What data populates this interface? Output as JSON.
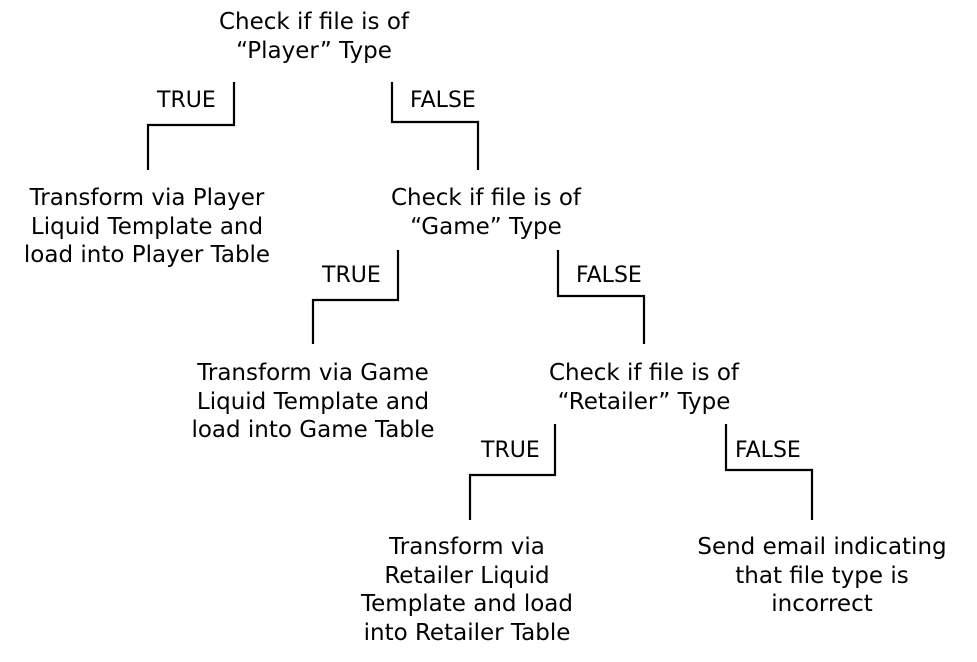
{
  "nodes": {
    "check_player": [
      "Check if file is of",
      "“Player” Type"
    ],
    "transform_player": [
      "Transform via Player",
      "Liquid Template and",
      "load into Player Table"
    ],
    "check_game": [
      "Check if file is of",
      "“Game” Type"
    ],
    "transform_game": [
      "Transform via Game",
      "Liquid Template and",
      "load into Game Table"
    ],
    "check_retailer": [
      "Check if file is of",
      "“Retailer” Type"
    ],
    "transform_retailer": [
      "Transform via",
      "Retailer Liquid",
      "Template and load",
      "into Retailer Table"
    ],
    "send_email": [
      "Send email indicating",
      "that file type is",
      "incorrect"
    ]
  },
  "edges": {
    "player_true": "TRUE",
    "player_false": "FALSE",
    "game_true": "TRUE",
    "game_false": "FALSE",
    "retailer_true": "TRUE",
    "retailer_false": "FALSE"
  }
}
